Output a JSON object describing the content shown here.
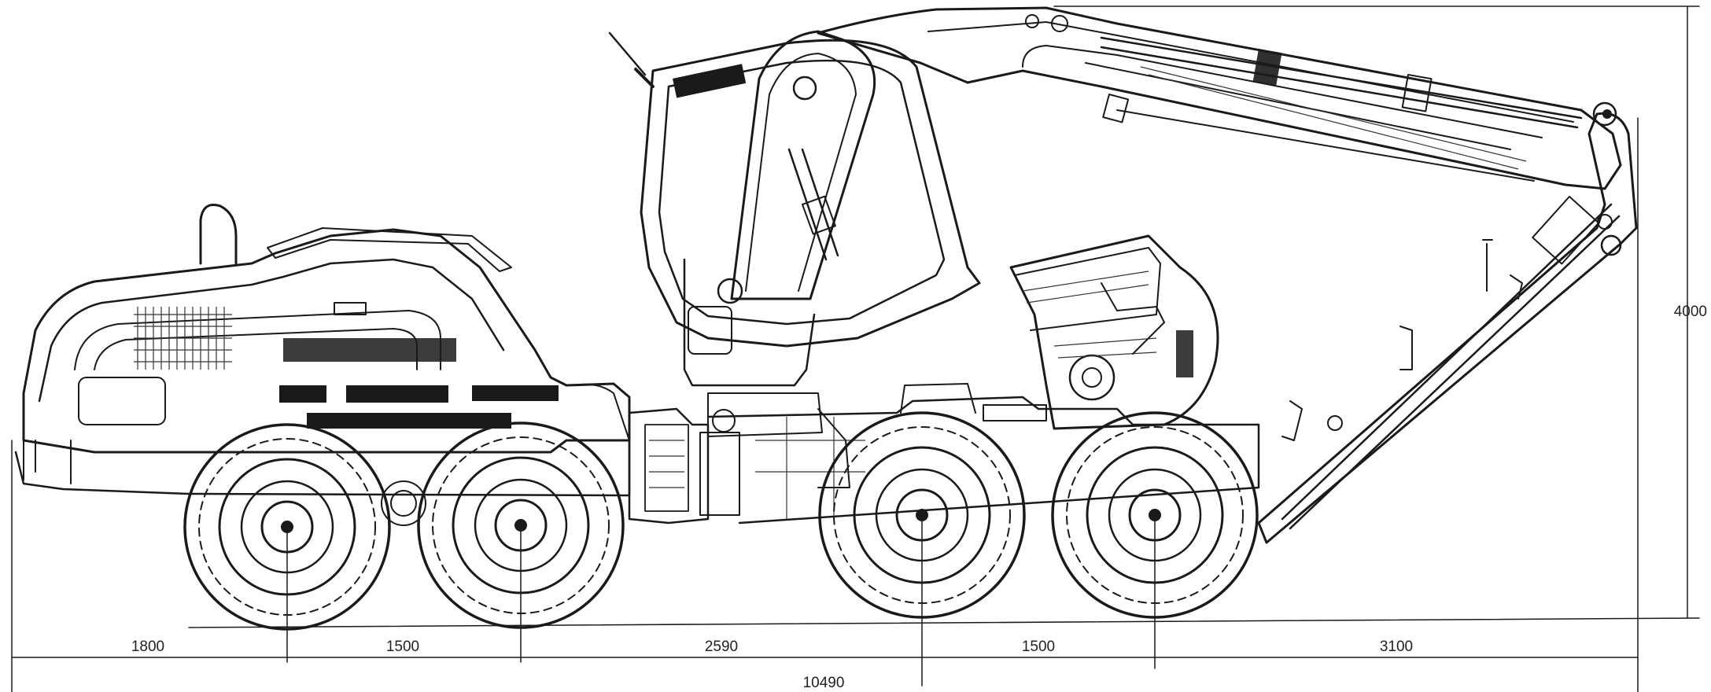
{
  "drawing": {
    "segment_dimensions": [
      "1800",
      "1500",
      "2590",
      "1500",
      "3100"
    ],
    "total_length": "10490",
    "height": "4000"
  },
  "colors": {
    "ink": "#1a1a1a",
    "background": "#ffffff"
  }
}
